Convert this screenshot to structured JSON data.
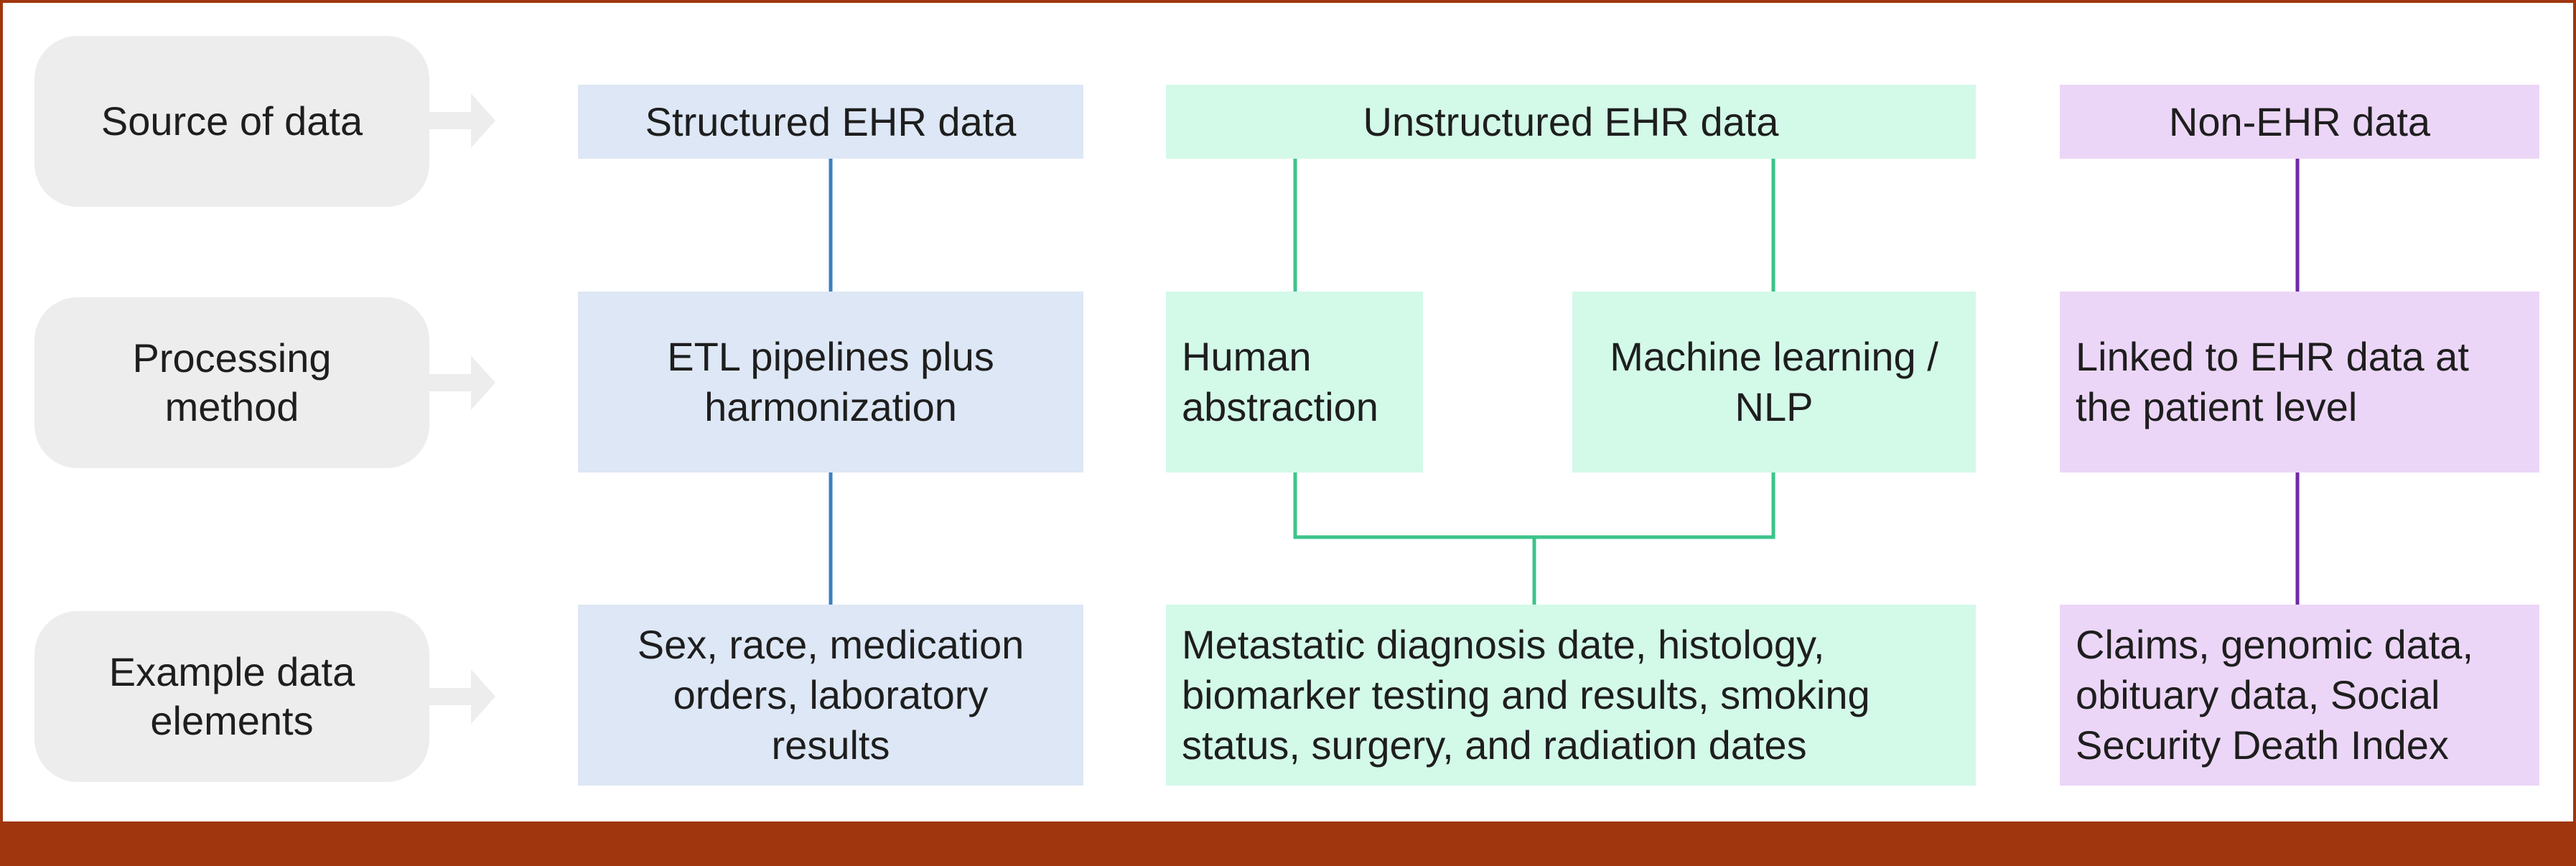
{
  "rows": {
    "source": "Source of data",
    "processing": "Processing method",
    "examples": "Example data elements"
  },
  "columns": {
    "structured": {
      "header": "Structured EHR data",
      "processing": "ETL pipelines plus harmonization",
      "examples": "Sex, race, medication orders, laboratory results"
    },
    "unstructured": {
      "header": "Unstructured EHR data",
      "processing_human": "Human abstraction",
      "processing_ml": "Machine learning / NLP",
      "examples": "Metastatic diagnosis date, histology, biomarker testing and results, smoking status, surgery, and radiation dates"
    },
    "non_ehr": {
      "header": "Non-EHR data",
      "processing": "Linked to EHR data at the patient level",
      "examples": "Claims, genomic data, obituary data, Social Security Death Index"
    }
  },
  "colors": {
    "structured_fill": "#dde7f5",
    "structured_line": "#3b7fc4",
    "unstructured_fill": "#d3f9e9",
    "unstructured_line": "#3cc48a",
    "non_ehr_fill": "#ecd6f7",
    "non_ehr_line": "#6f2aa6",
    "row_label_fill": "#ecedec",
    "border": "#a0360d"
  }
}
